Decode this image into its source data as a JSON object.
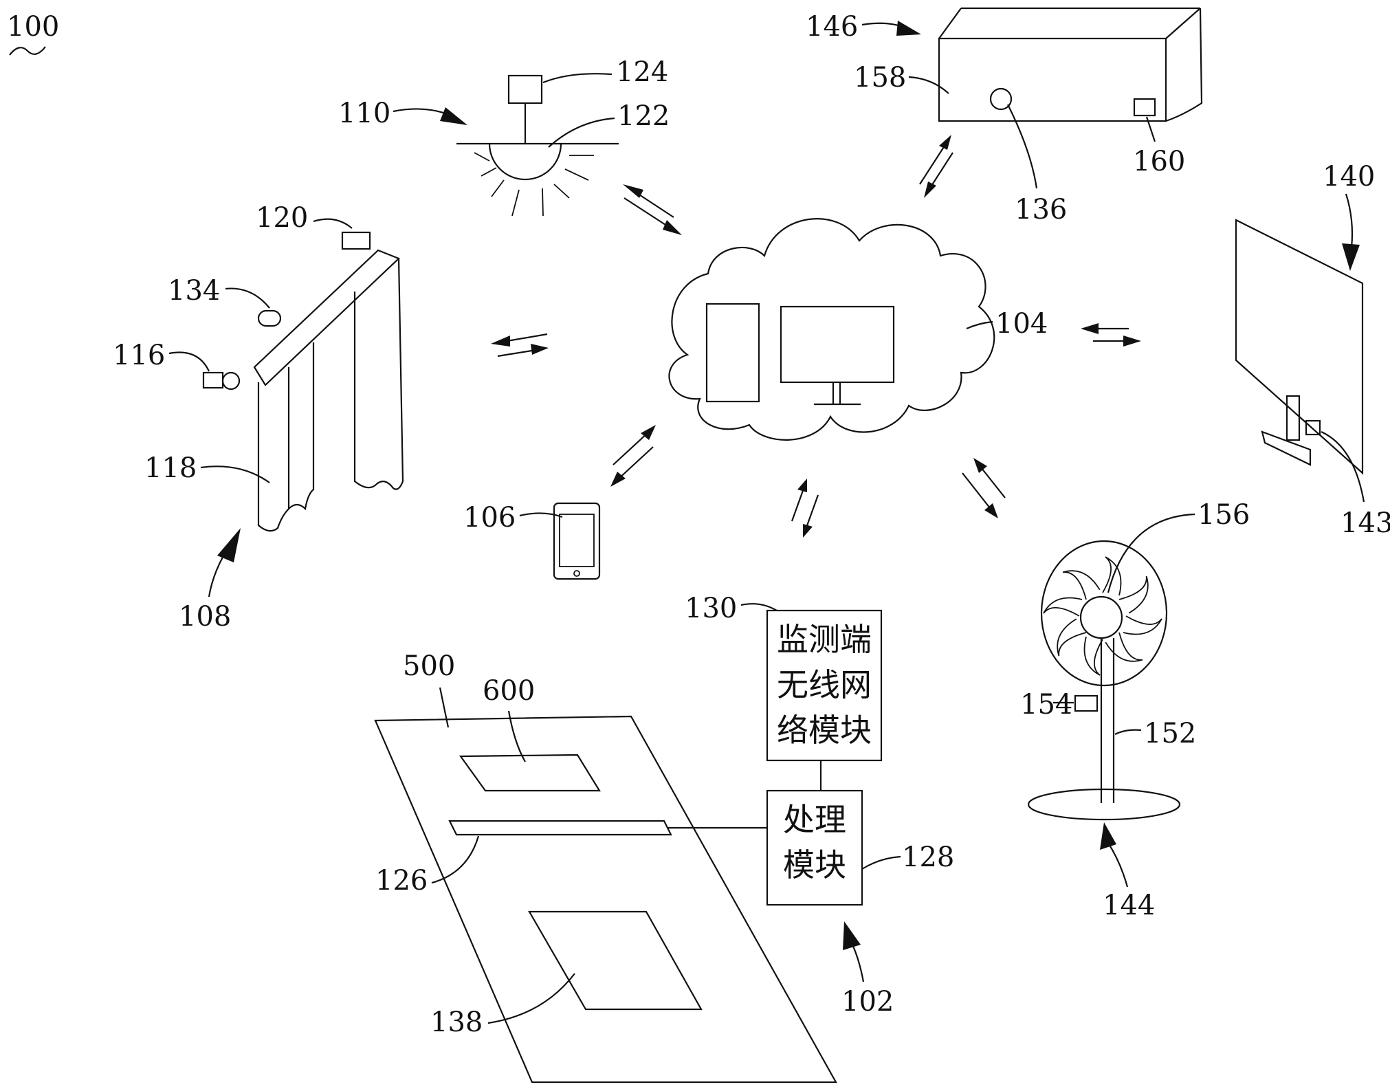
{
  "figure": {
    "labels": {
      "system": "100",
      "monitoring_device": "102",
      "cloud_server": "104",
      "mobile_terminal": "106",
      "curtain": "108",
      "lamp": "110",
      "curtain_sensor": "116",
      "curtain_fabric": "118",
      "curtain_module": "120",
      "lamp_bulb": "122",
      "lamp_module": "124",
      "sensor_strip": "126",
      "processing_module": "128",
      "wireless_module": "130",
      "curtain_motor": "134",
      "ac_indicator": "136",
      "mat_area": "138",
      "tv": "140",
      "tv_module": "143",
      "fan": "144",
      "air_conditioner": "146",
      "fan_pole": "152",
      "fan_module": "154",
      "fan_head": "156",
      "ac_body": "158",
      "ac_module": "160",
      "mattress": "500",
      "pillow": "600"
    },
    "boxes": {
      "wireless_line1": "监测端",
      "wireless_line2": "无线网",
      "wireless_line3": "络模块",
      "processing_line1": "处理",
      "processing_line2": "模块"
    }
  }
}
